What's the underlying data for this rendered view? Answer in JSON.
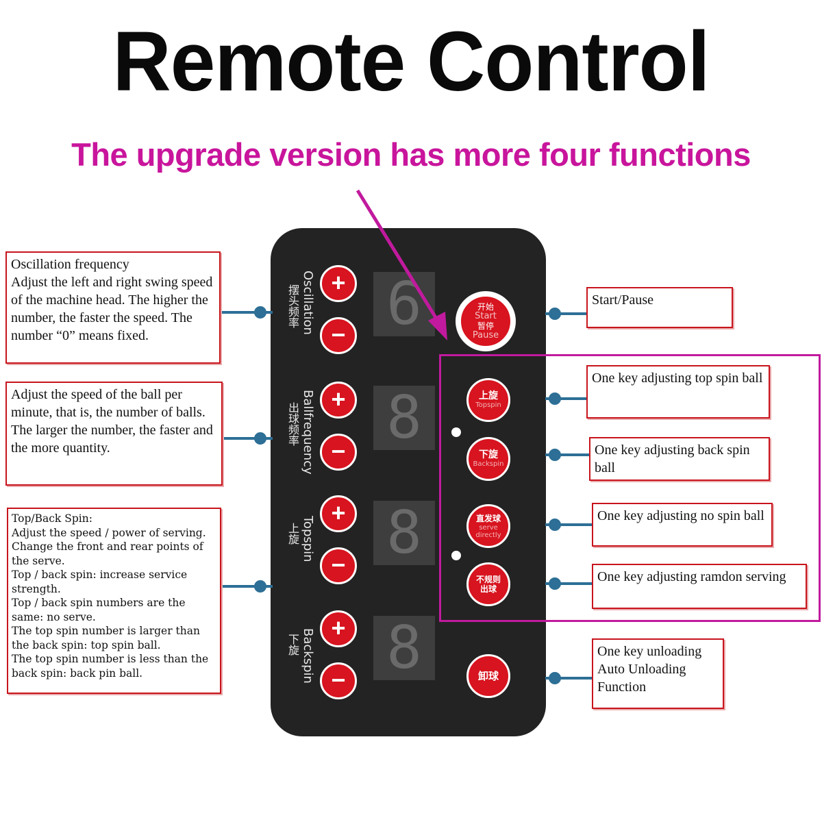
{
  "title": "Remote Control",
  "subtitle": "The upgrade version has more four functions",
  "colors": {
    "accent_magenta": "#c8159c",
    "button_red": "#d7141f",
    "box_red": "#c8141c",
    "connector_blue": "#2d6f96",
    "remote_body": "#232323"
  },
  "remote": {
    "rows": [
      {
        "label_en": "Oscillation",
        "label_zh": "摆头频率",
        "plus": "+",
        "minus": "−",
        "display": "6"
      },
      {
        "label_en": "Ballfrequency",
        "label_zh": "出球频率",
        "plus": "+",
        "minus": "−",
        "display": "8"
      },
      {
        "label_en": "Topspin",
        "label_zh": "上旋",
        "plus": "+",
        "minus": "−",
        "display": "8"
      },
      {
        "label_en": "Backspin",
        "label_zh": "下旋",
        "plus": "+",
        "minus": "−",
        "display": "8"
      }
    ],
    "start_button": {
      "zh1": "开始",
      "en1": "Start",
      "zh2": "暂停",
      "en2": "Pause"
    },
    "function_buttons": [
      {
        "zh": "上旋",
        "en": "Topspin"
      },
      {
        "zh": "下旋",
        "en": "Backspin"
      },
      {
        "zh": "直发球",
        "en": "serve directly"
      },
      {
        "zh": "不规则出球",
        "en": ""
      }
    ],
    "unload_button": {
      "zh": "卸球"
    }
  },
  "annotations": {
    "oscillation": "Oscillation frequency\nAdjust the left and right swing speed of the machine head. The higher the number, the faster the speed. The number “0” means fixed.",
    "ball_frequency": "Adjust the speed of the ball per minute, that is, the number of balls. The larger the number, the faster and the more quantity.",
    "spin": "Top/Back Spin:\nAdjust the speed / power of serving.\nChange the front and rear points of the serve.\nTop / back spin: increase service strength.\nTop / back spin numbers are the same: no serve.\nThe top spin number is larger than the back spin: top spin ball.\nThe top spin number is less than the back spin: back pin ball.",
    "start_pause": "Start/Pause",
    "topspin_key": "One key adjusting top spin ball",
    "backspin_key": "One key adjusting back spin ball",
    "nospin_key": "One key adjusting no spin ball",
    "random_key": "One key adjusting ramdon serving",
    "unload_key": "One key unloading\nAuto Unloading\nFunction"
  }
}
